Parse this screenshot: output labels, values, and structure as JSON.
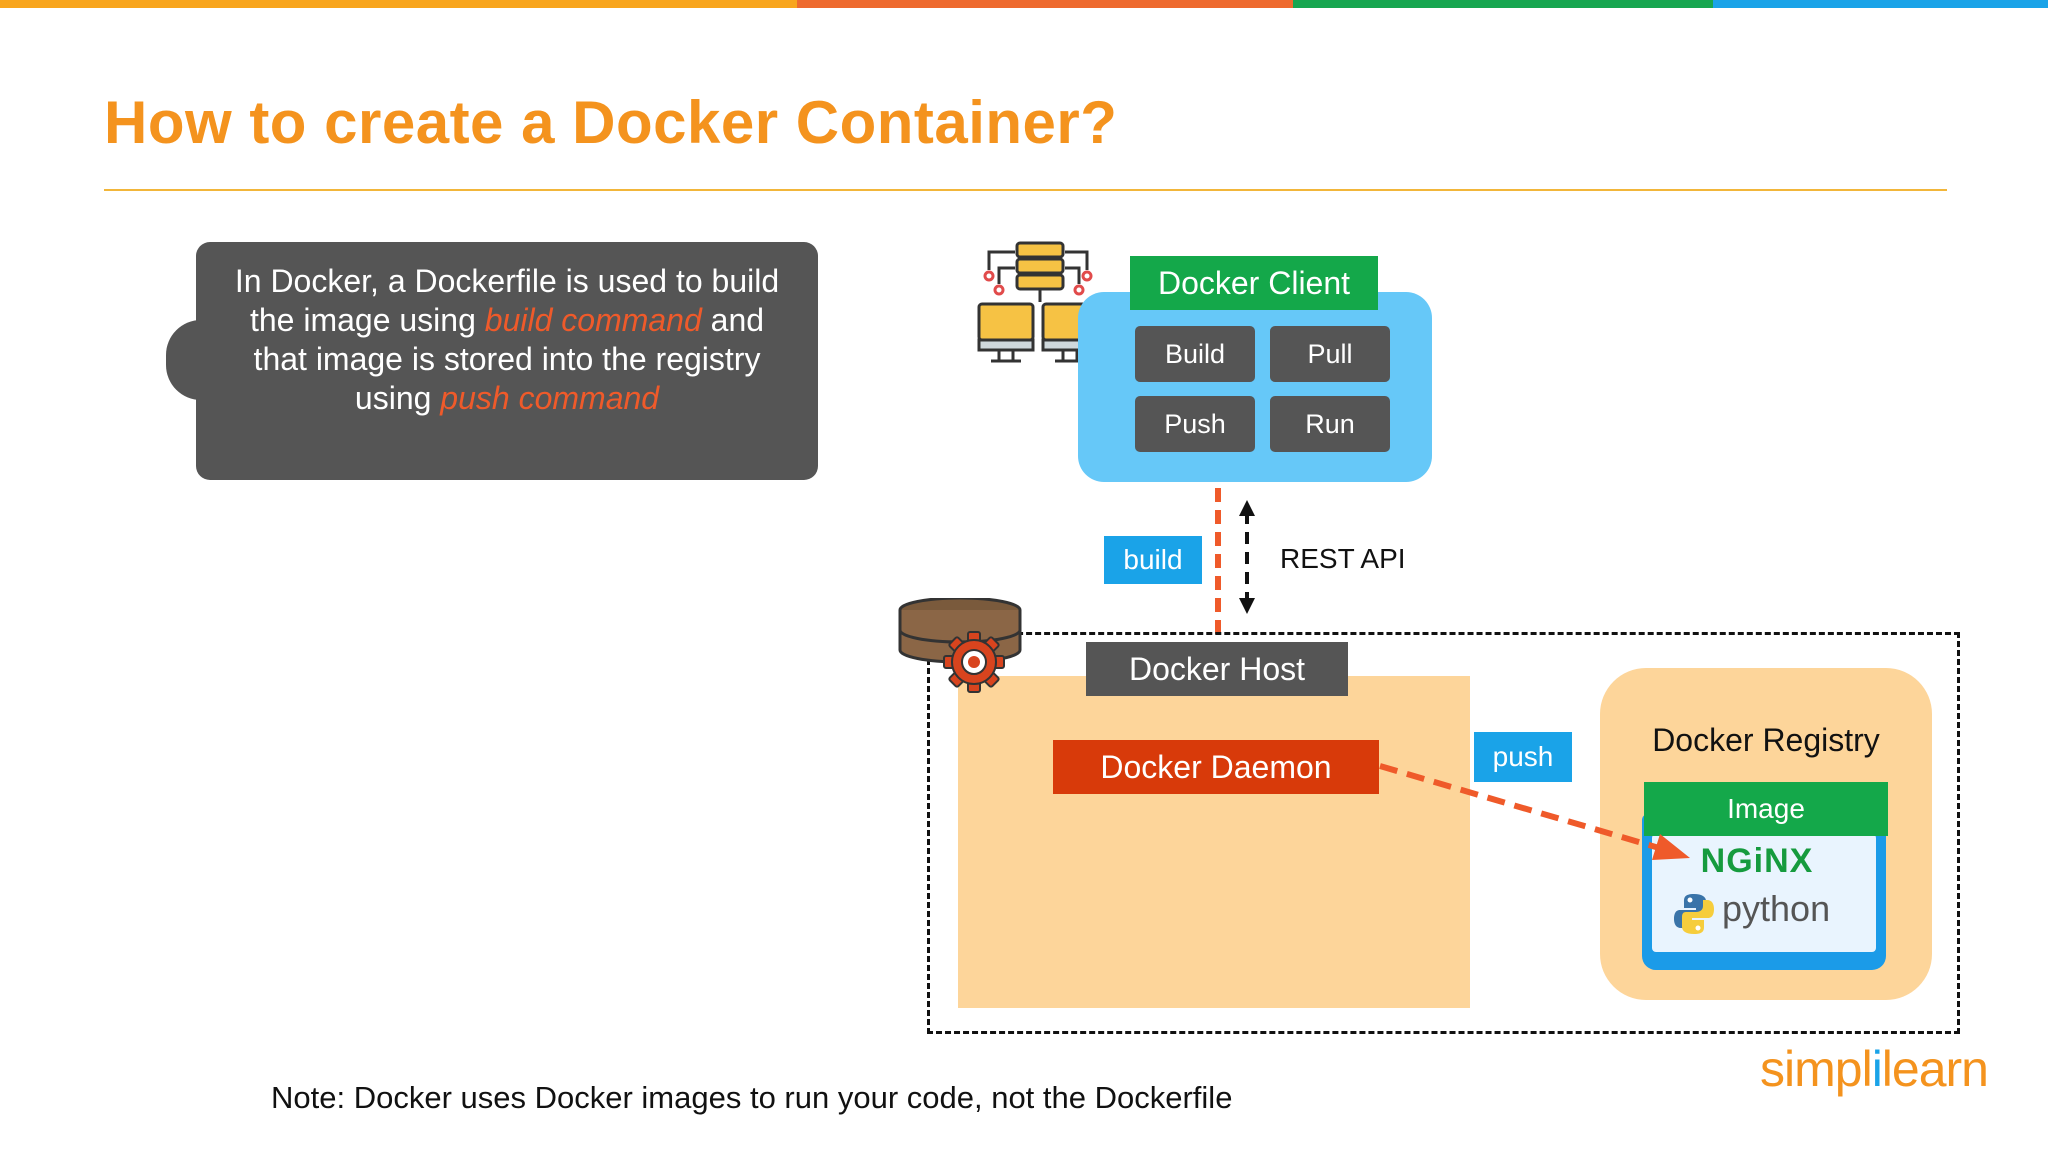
{
  "title": "How to create a Docker Container?",
  "callout": {
    "t1": "In Docker,  a Dockerfile is used to build the image using ",
    "h1": "build command",
    "t2": " and that image is stored into the registry using ",
    "h2": "push command"
  },
  "client": {
    "label": "Docker Client",
    "commands": [
      "Build",
      "Pull",
      "Push",
      "Run"
    ]
  },
  "arrows": {
    "build": "build",
    "rest_api": "REST API",
    "push": "push"
  },
  "host": {
    "label": "Docker Host",
    "daemon": "Docker Daemon"
  },
  "registry": {
    "label": "Docker Registry",
    "image_label": "Image",
    "nginx": "NGiNX",
    "python": "python"
  },
  "note": "Note: Docker uses Docker images to run your code, not the Dockerfile",
  "logo": {
    "part1": "simpl",
    "part2": "i",
    "part3": "learn"
  },
  "colors": {
    "orange": "#f4931e",
    "red_orange": "#ef5a2a",
    "green": "#14a84a",
    "blue": "#1aa3e8",
    "dark_gray": "#555555",
    "peach": "#fdd59a",
    "light_blue": "#66c8f8"
  },
  "icons": [
    "network-computers-icon",
    "database-gear-icon",
    "python-logo-icon"
  ]
}
